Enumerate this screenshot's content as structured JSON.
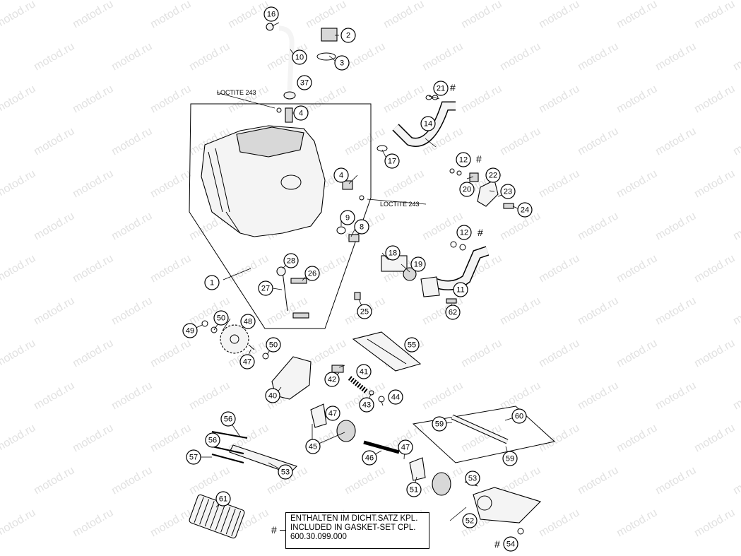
{
  "watermark": "motod.ru",
  "loctite_label": "LOCTITE 243",
  "gasket_mark": "#",
  "note": {
    "mark": "#",
    "line1": "ENTHALTEN IM DICHT.SATZ KPL.",
    "line2": "INCLUDED IN GASKET-SET CPL.",
    "line3": "600.30.099.000"
  },
  "callouts": [
    "1",
    "2",
    "3",
    "4",
    "4",
    "8",
    "9",
    "10",
    "11",
    "12",
    "12",
    "14",
    "16",
    "17",
    "18",
    "19",
    "20",
    "21",
    "22",
    "23",
    "24",
    "25",
    "26",
    "27",
    "28",
    "37",
    "40",
    "41",
    "42",
    "43",
    "44",
    "45",
    "46",
    "47",
    "47",
    "47",
    "48",
    "49",
    "50",
    "50",
    "51",
    "52",
    "53",
    "53",
    "54",
    "55",
    "56",
    "56",
    "57",
    "59",
    "59",
    "60",
    "61",
    "62"
  ]
}
